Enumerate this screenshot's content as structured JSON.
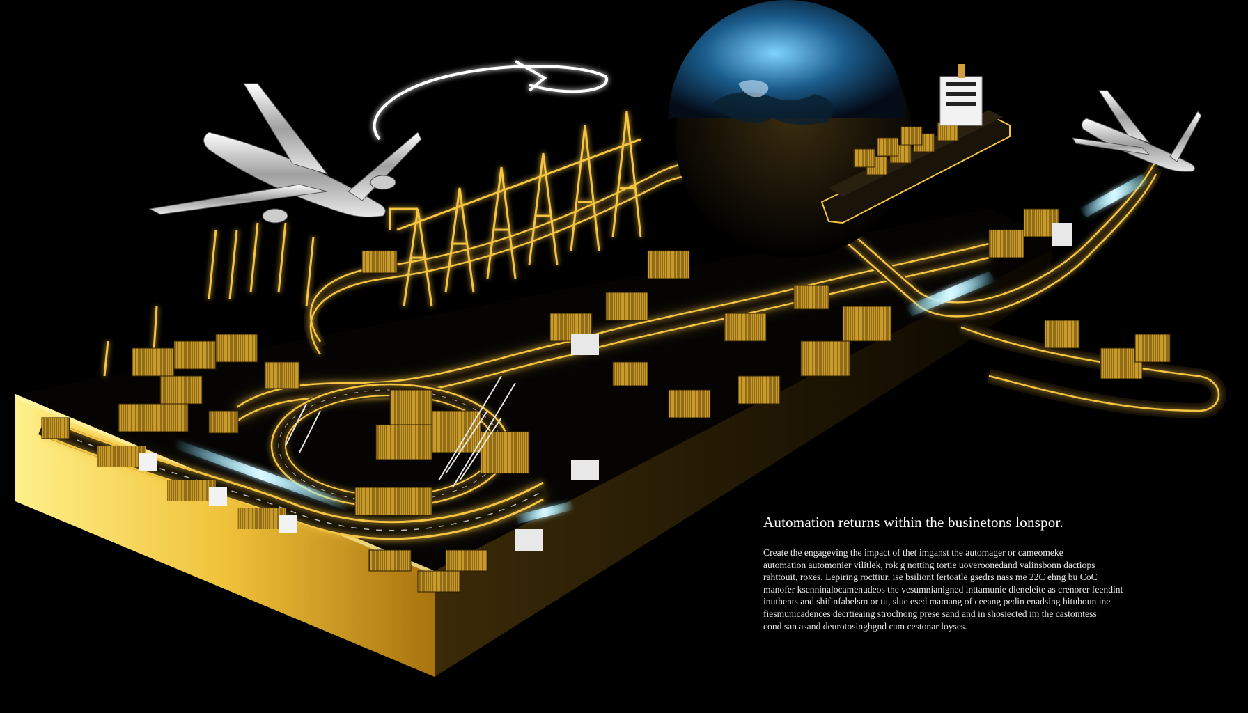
{
  "caption": {
    "headline": "Automation returns within the businetons lonspor.",
    "body_lines": [
      "Create the engageving the impact of thet imganst the automager or cameomeke",
      "automation automonier vilitlek, rok g notting tortie uoveroonedand valinsbonn dactiops",
      "rahttouit, roxes. Lepiring rocttiur, ise bsiliont fertoatle gsedrs nass me 22C ehng bu CoC",
      "manofer ksenninalocamenudeos the vesumnianigned inttamunie dleneleite as crenorer feendint",
      "inuthents and shifinfabelsm or tu, slue esed mamang of ceeang pedin enadsing hituboun ine",
      "fiesmunicadences decrtieaing stroclnong prese sand and in shosiected im the castomtess",
      "cond san asand deurotosinghgnd cam cestonar loyses."
    ]
  },
  "colors": {
    "background": "#000000",
    "gold": "#f5c542",
    "gold_deep": "#c8901a",
    "light_blue": "#7fe3ff",
    "white": "#ffffff"
  }
}
